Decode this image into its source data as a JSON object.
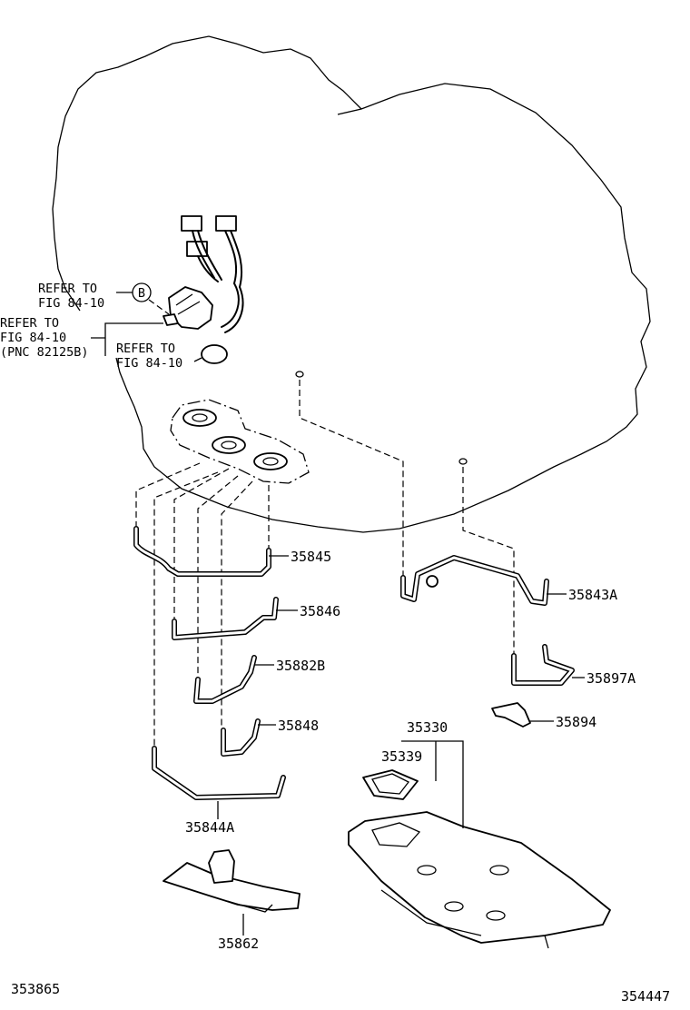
{
  "refs": {
    "ref1": {
      "line1": "REFER TO",
      "line2": "FIG 84-10",
      "circle": "B"
    },
    "ref2": {
      "line1": "REFER TO",
      "line2": "FIG 84-10",
      "line3": "(PNC 82125B)"
    },
    "ref3": {
      "line1": "REFER TO",
      "line2": "FIG 84-10"
    }
  },
  "parts": {
    "p35845": "35845",
    "p35846": "35846",
    "p35882B": "35882B",
    "p35848": "35848",
    "p35844A": "35844A",
    "p35862": "35862",
    "p35843A": "35843A",
    "p35897A": "35897A",
    "p35894": "35894",
    "p35330": "35330",
    "p35339": "35339"
  },
  "footer": {
    "left_code": "353865",
    "right_code": "354447"
  }
}
